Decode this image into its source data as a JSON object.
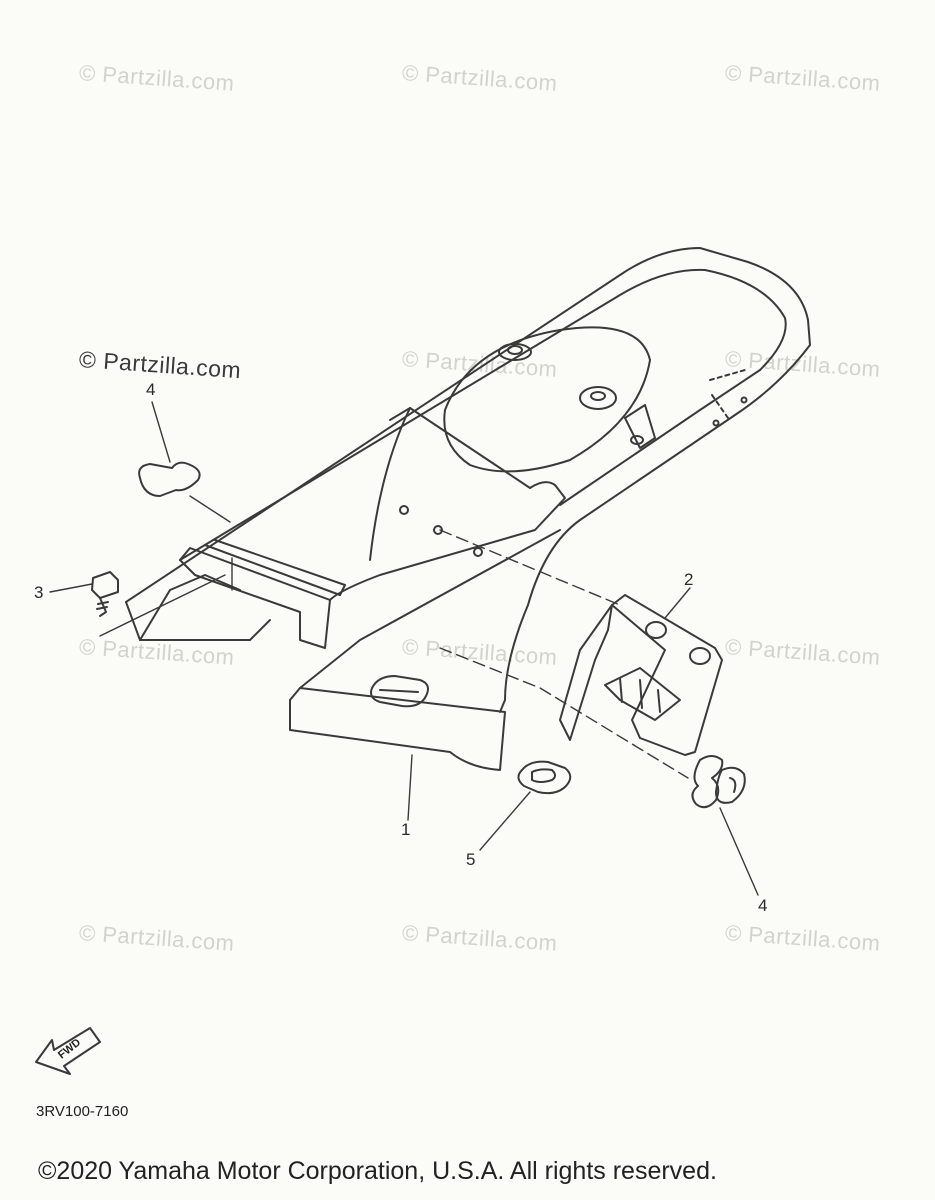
{
  "watermark": "© Partzilla.com",
  "callouts": {
    "part1": "1",
    "part2": "2",
    "part3": "3",
    "part4_upper": "4",
    "part4_lower": "4",
    "part5": "5"
  },
  "fwd_arrow": {
    "label": "FWD",
    "icon": "fwd-arrow-icon"
  },
  "catalog_code": "3RV100-7160",
  "copyright": "©2020 Yamaha Motor Corporation, U.S.A. All rights reserved.",
  "colors": {
    "line": "#3a3a3a",
    "watermark": "#d3d3cd",
    "background": "#fbfbf7"
  }
}
